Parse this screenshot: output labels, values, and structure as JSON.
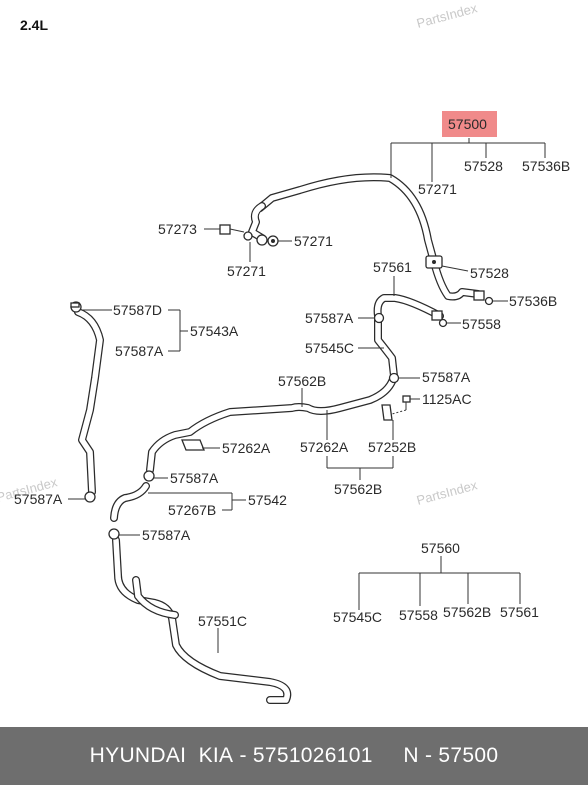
{
  "engine_label": "2.4L",
  "watermarks": [
    "PartsIndex",
    "PartsIndex",
    "PartsIndex"
  ],
  "highlight_color": "#f08a8a",
  "footer": {
    "brand": "HYUNDAI",
    "make": "KIA",
    "part_number": "5751026101",
    "ref": "N - 57500"
  },
  "labels": {
    "l57500": "57500",
    "l57528_top": "57528",
    "l57536B_top": "57536B",
    "l57271_a": "57271",
    "l57273": "57273",
    "l57271_b": "57271",
    "l57271_c": "57271",
    "l57561_a": "57561",
    "l57528_b": "57528",
    "l57536B_b": "57536B",
    "l57558_a": "57558",
    "l57587D": "57587D",
    "l57543A": "57543A",
    "l57587A_a": "57587A",
    "l57587A_b": "57587A",
    "l57545C_a": "57545C",
    "l57587A_c": "57587A",
    "l57562B_a": "57562B",
    "l1125AC": "1125AC",
    "l57262A_a": "57262A",
    "l57262A_b": "57262A",
    "l57252B": "57252B",
    "l57562B_b": "57562B",
    "l57587A_d": "57587A",
    "l57587A_e": "57587A",
    "l57542": "57542",
    "l57267B": "57267B",
    "l57587A_f": "57587A",
    "l57560": "57560",
    "l57545C_b": "57545C",
    "l57558_b": "57558",
    "l57562B_c": "57562B",
    "l57561_b": "57561",
    "l57551C": "57551C"
  }
}
